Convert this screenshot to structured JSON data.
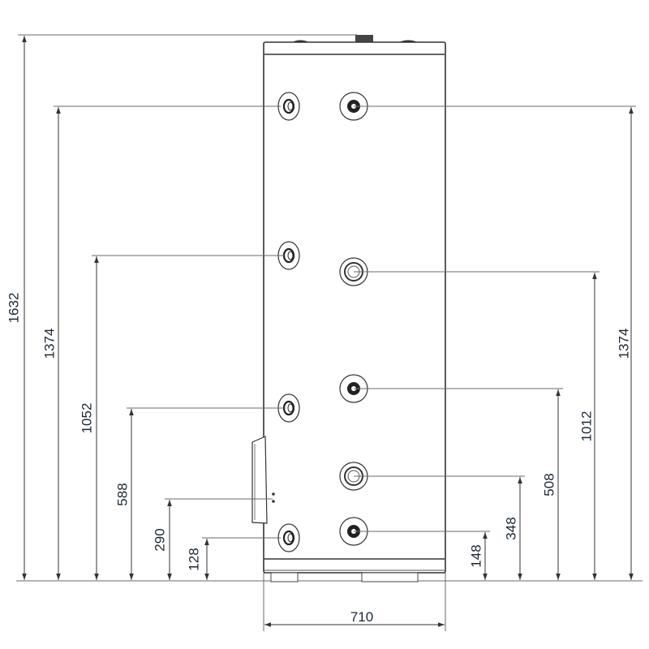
{
  "drawing": {
    "title": "Water heater tank connection dimensions",
    "left_dimensions": [
      {
        "id": "overall-height",
        "value": "1632"
      },
      {
        "id": "left-upper",
        "value": "1374"
      },
      {
        "id": "left-1052",
        "value": "1052"
      },
      {
        "id": "left-588",
        "value": "588"
      },
      {
        "id": "left-290",
        "value": "290"
      },
      {
        "id": "left-128",
        "value": "128"
      }
    ],
    "right_dimensions": [
      {
        "id": "right-upper",
        "value": "1374"
      },
      {
        "id": "right-1012",
        "value": "1012"
      },
      {
        "id": "right-508",
        "value": "508"
      },
      {
        "id": "right-348",
        "value": "348"
      },
      {
        "id": "right-148",
        "value": "148"
      }
    ],
    "width_dimension": {
      "id": "width",
      "value": "710"
    }
  }
}
